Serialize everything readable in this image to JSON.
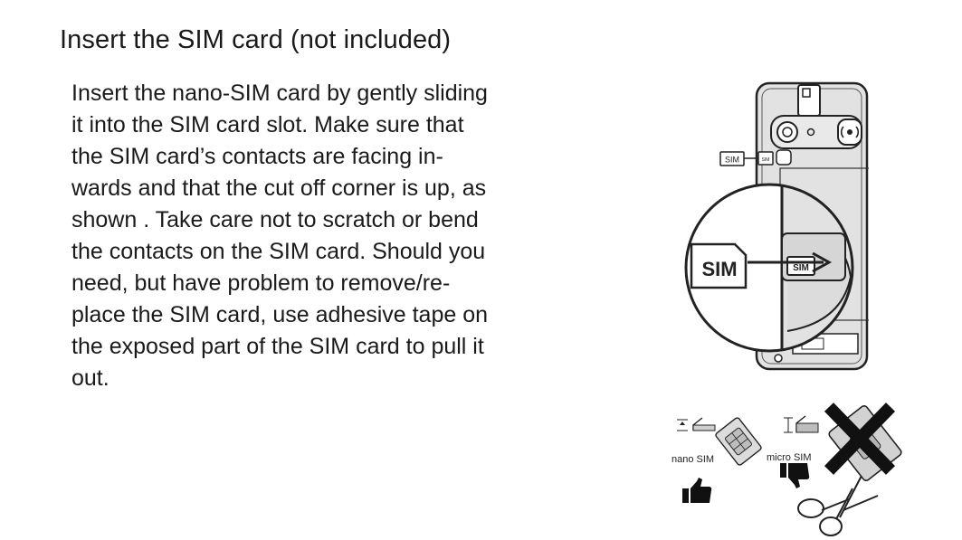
{
  "document": {
    "heading": "Insert the SIM card (not included)",
    "body_lines": [
      "Insert the nano-SIM card by gently sliding",
      "it into the SIM card slot. Make sure that",
      "the SIM card’s contacts are facing in-",
      "wards and that the cut off corner is up, as",
      "shown . Take care not to scratch or bend",
      "the contacts on the SIM card. Should you",
      "need, but have problem to remove/re-",
      "place the SIM card, use adhesive tape on",
      "the exposed part of the SIM card to pull it",
      "out."
    ]
  },
  "phone_figure": {
    "small_sim_label": "SIM",
    "slot_label": "SIM",
    "big_sim_label": "SIM",
    "slot_sim_label": "SIM"
  },
  "sim_sizes": {
    "nano_label": "nano SIM",
    "micro_label": "micro SIM",
    "nano_icon": "thumbs-up-icon",
    "micro_icon": "thumbs-down-icon",
    "cut_icon": "scissors-icon"
  }
}
